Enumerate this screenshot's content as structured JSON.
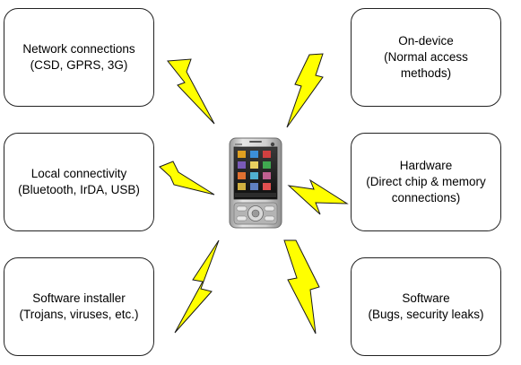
{
  "boxes": {
    "top_left": {
      "line1": "Network connections",
      "line2": "(CSD, GPRS, 3G)",
      "line3": ""
    },
    "middle_left": {
      "line1": "Local connectivity",
      "line2": "(Bluetooth, IrDA, USB)",
      "line3": ""
    },
    "bottom_left": {
      "line1": "Software installer",
      "line2": "(Trojans, viruses, etc.)",
      "line3": ""
    },
    "top_right": {
      "line1": "On-device",
      "line2": "(Normal access",
      "line3": "methods)"
    },
    "middle_right": {
      "line1": "Hardware",
      "line2": "(Direct chip & memory",
      "line3": "connections)"
    },
    "bottom_right": {
      "line1": "Software",
      "line2": "(Bugs, security leaks)",
      "line3": ""
    }
  },
  "colors": {
    "bolt_fill": "#ffff00",
    "bolt_stroke": "#1a1a1a",
    "phone_body": "#c8c8c8",
    "phone_screen": "#1b1b1b"
  },
  "icons": {
    "bolt": "lightning-bolt-icon",
    "phone": "mobile-phone-icon"
  }
}
